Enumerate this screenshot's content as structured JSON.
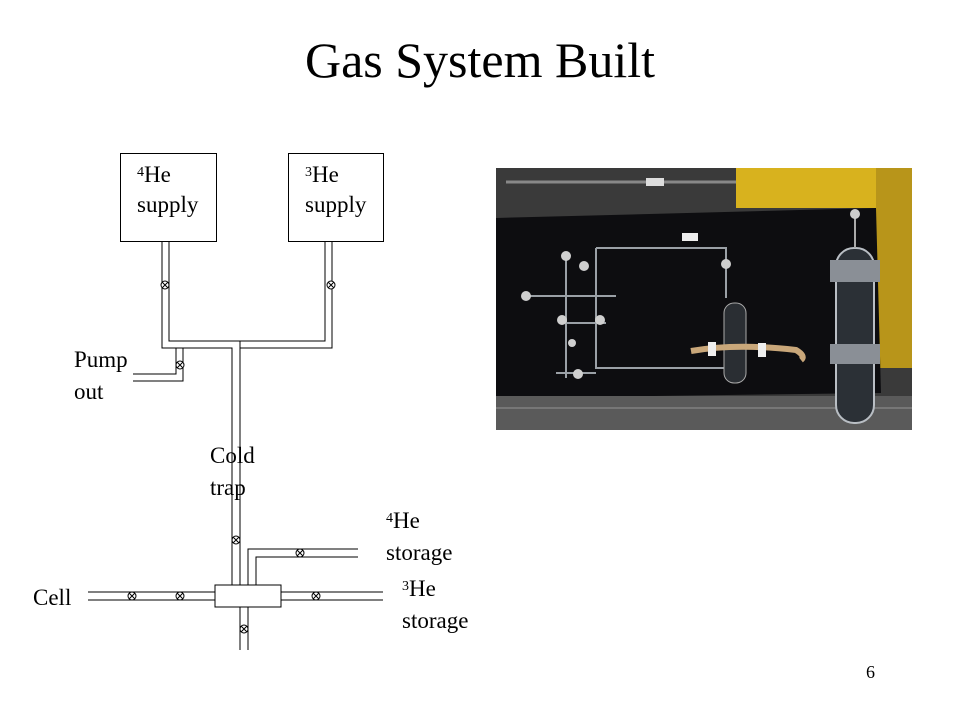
{
  "slide": {
    "title": "Gas System Built",
    "page_number": "6"
  },
  "diagram": {
    "he4_supply": {
      "superscript": "4",
      "line1": "He",
      "line2": "supply"
    },
    "he3_supply": {
      "superscript": "3",
      "line1": "He",
      "line2": "supply"
    },
    "pump_out": {
      "line1": "Pump",
      "line2": "out"
    },
    "cold_trap": {
      "line1": "Cold",
      "line2": "trap"
    },
    "he4_storage": {
      "superscript": "4",
      "line1": "He",
      "line2": "storage"
    },
    "he3_storage": {
      "superscript": "3",
      "line1": "He",
      "line2": "storage"
    },
    "cell": "Cell"
  },
  "photo": {
    "colors": {
      "background": "#0d0d10",
      "tank": "#d8b21e",
      "tube": "#c9a77a",
      "clamp": "#8a8f96"
    }
  }
}
